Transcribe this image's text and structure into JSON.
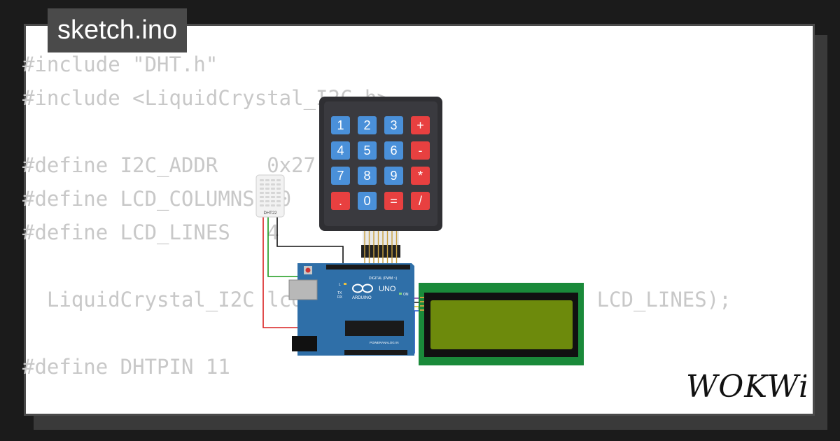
{
  "file": {
    "name": "sketch.ino"
  },
  "code": {
    "lines": [
      "#include \"DHT.h\"",
      "#include <LiquidCrystal_I2C.h>",
      "",
      "#define I2C_ADDR    0x27",
      "#define LCD_COLUMNS 20",
      "#define LCD_LINES   4",
      "",
      "  LiquidCrystal_I2C lcd(I2C_ADDR, LCD_COLUMNS, LCD_LINES);",
      "",
      "#define DHTPIN 11"
    ]
  },
  "keypad": {
    "keys": [
      "1",
      "2",
      "3",
      "+",
      "4",
      "5",
      "6",
      "-",
      "7",
      "8",
      "9",
      "*",
      ".",
      "0",
      "=",
      "/"
    ]
  },
  "dht": {
    "label": "DHT22"
  },
  "arduino": {
    "brand": "ARDUINO",
    "model": "UNO",
    "digital_label": "DIGITAL (PWM ~)",
    "analog_label": "ANALOG IN",
    "power_label": "POWER",
    "on_label": "ON",
    "tx_label": "TX",
    "rx_label": "RX",
    "l_label": "L"
  },
  "brand": {
    "logo_text": "WOKWi"
  },
  "colors": {
    "page_bg": "#1b1b1b",
    "card_bg": "#ffffff",
    "tab_bg": "#4a4a4a",
    "code_text": "#c8c8c8",
    "key_blue": "#4a90d9",
    "key_red": "#e84040",
    "keypad_body": "#2f2f33",
    "arduino_blue": "#2f6fa8",
    "lcd_green": "#1a8a3a",
    "lcd_screen": "#6d8a0c"
  }
}
